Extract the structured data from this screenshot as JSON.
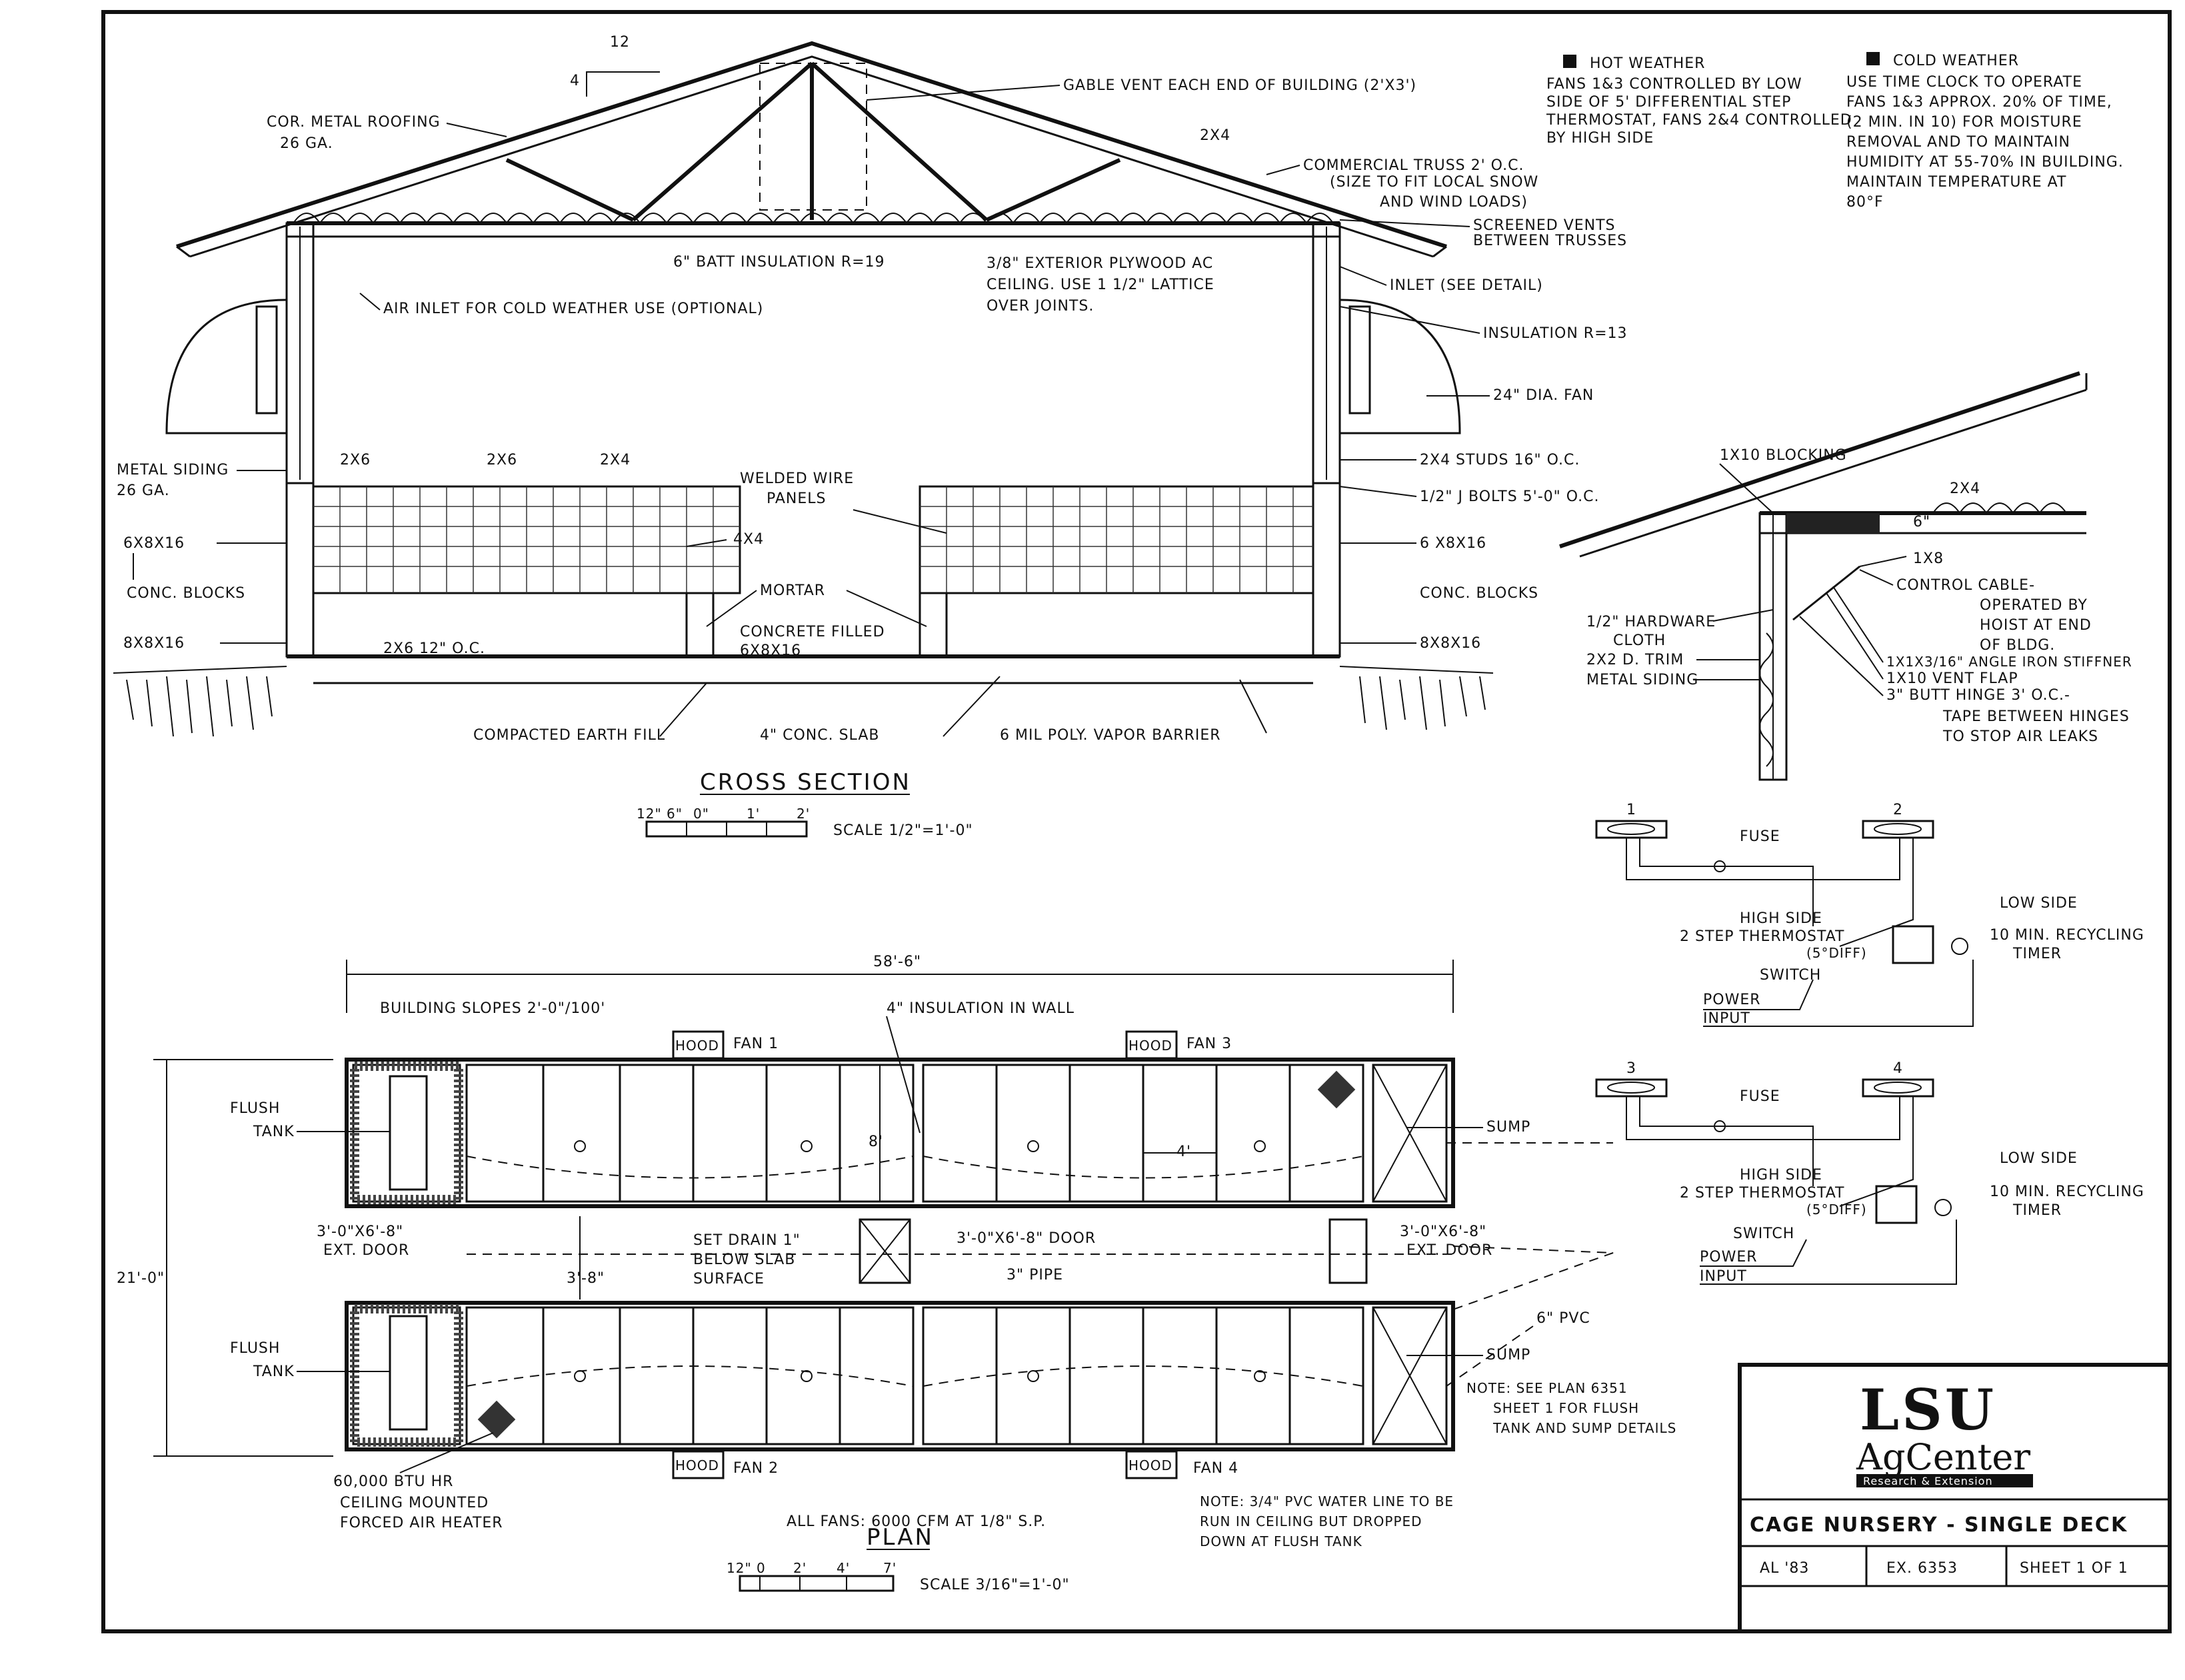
{
  "cross_section": {
    "title": "CROSS SECTION",
    "scale_text": "SCALE 1/2\"=1'-0\"",
    "scale_ticks": [
      "12\"",
      "6\"",
      "0\"",
      "1'",
      "2'"
    ],
    "pitch_run": "12",
    "pitch_rise": "4",
    "labels": {
      "roofing": "COR. METAL ROOFING",
      "roofing_ga": "26 GA.",
      "gable_vent": "GABLE VENT EACH END OF BUILDING (2'X3')",
      "rafter": "2X4",
      "truss": "COMMERCIAL TRUSS 2' O.C.",
      "truss_note": "(SIZE TO FIT LOCAL SNOW",
      "truss_note2": "AND WIND LOADS)",
      "screened_vents": "SCREENED VENTS",
      "between_trusses": "BETWEEN TRUSSES",
      "batt": "6\" BATT INSULATION R=19",
      "plywood": "3/8\" EXTERIOR PLYWOOD AC",
      "plywood2": "CEILING. USE 1 1/2\" LATTICE",
      "plywood3": "OVER JOINTS.",
      "inlet_detail": "INLET (SEE DETAIL)",
      "air_inlet": "AIR INLET FOR COLD WEATHER USE (OPTIONAL)",
      "insulation_r13": "INSULATION R=13",
      "fan_24": "24\" DIA. FAN",
      "metal_siding": "METAL SIDING",
      "metal_siding_ga": "26 GA.",
      "stud_l1": "2X6",
      "stud_l2": "2X6",
      "stud_l3": "2X4",
      "welded_wire": "WELDED WIRE",
      "panels": "PANELS",
      "post": "4X4",
      "studs_16": "2X4 STUDS 16\" O.C.",
      "j_bolts": "1/2\" J BOLTS 5'-0\" O.C.",
      "block_6": "6X8X16",
      "block_6r": "6 X8X16",
      "conc_blocks": "CONC. BLOCKS",
      "conc_blocks_r": "CONC. BLOCKS",
      "mortar": "MORTAR",
      "concrete_filled": "CONCRETE FILLED",
      "concrete_filled2": "6X8X16",
      "block_8": "8X8X16",
      "block_8r": "8X8X16",
      "joist": "2X6 12\" O.C.",
      "earth_fill": "COMPACTED EARTH FILL",
      "slab": "4\" CONC. SLAB",
      "vapor": "6 MIL POLY. VAPOR BARRIER"
    }
  },
  "weather": {
    "hot_title": "HOT WEATHER",
    "hot_lines": [
      "FANS 1&3 CONTROLLED BY LOW",
      "SIDE OF 5' DIFFERENTIAL STEP",
      "THERMOSTAT, FANS 2&4 CONTROLLED",
      "BY HIGH SIDE"
    ],
    "cold_title": "COLD WEATHER",
    "cold_lines": [
      "USE TIME CLOCK TO OPERATE",
      "FANS 1&3 APPROX. 20% OF TIME,",
      "(2 MIN. IN 10) FOR MOISTURE",
      "REMOVAL AND TO MAINTAIN",
      "HUMIDITY AT 55-70% IN BUILDING.",
      "MAINTAIN TEMPERATURE AT",
      "80°F"
    ]
  },
  "inlet_detail": {
    "blocking": "1X10 BLOCKING",
    "rafter": "2X4",
    "gap": "6\"",
    "board": "1X8",
    "control_cable": "CONTROL CABLE-",
    "control_cable2": "OPERATED BY",
    "control_cable3": "HOIST AT END",
    "control_cable4": "OF BLDG.",
    "hardware": "1/2\" HARDWARE",
    "cloth": "CLOTH",
    "trim": "2X2 D. TRIM",
    "siding": "METAL SIDING",
    "angle": "1X1X3/16\" ANGLE IRON STIFFNER",
    "flap": "1X10 VENT FLAP",
    "hinge": "3\" BUTT HINGE 3' O.C.-",
    "hinge2": "TAPE BETWEEN HINGES",
    "hinge3": "TO STOP AIR LEAKS"
  },
  "wiring": {
    "fan_a": "1",
    "fan_b": "2",
    "fan_c": "3",
    "fan_d": "4",
    "fuse": "FUSE",
    "high_side": "HIGH SIDE",
    "low_side": "LOW SIDE",
    "thermostat": "2 STEP THERMOSTAT",
    "thermostat_diff": "(5°DIFF)",
    "timer": "10 MIN. RECYCLING",
    "timer2": "TIMER",
    "switch": "SWITCH",
    "power": "POWER",
    "input": "INPUT"
  },
  "plan": {
    "title": "PLAN",
    "scale_text": "SCALE 3/16\"=1'-0\"",
    "scale_ticks": [
      "12\"",
      "0",
      "2'",
      "4'",
      "7'"
    ],
    "overall_length": "58'-6\"",
    "overall_width": "21'-0\"",
    "slope": "BUILDING SLOPES 2'-0\"/100'",
    "wall_insulation": "4\" INSULATION IN WALL",
    "hood": "HOOD",
    "fan1": "FAN 1",
    "fan2": "FAN 2",
    "fan3": "FAN 3",
    "fan4": "FAN 4",
    "flush_tank": "FLUSH",
    "flush_tank2": "TANK",
    "ext_door": "3'-0\"X6'-8\"",
    "ext_door2": "EXT. DOOR",
    "int_door": "3'-0\"X6'-8\" DOOR",
    "pen_width": "8'",
    "pen_bay": "4'",
    "aisle": "3'-8\"",
    "drain": "SET DRAIN 1\"",
    "drain2": "BELOW SLAB",
    "drain3": "SURFACE",
    "pipe": "3\" PIPE",
    "sump": "SUMP",
    "pvc": "6\" PVC",
    "heater": "60,000 BTU HR",
    "heater2": "CEILING MOUNTED",
    "heater3": "FORCED AIR HEATER",
    "fans_cfm": "ALL FANS: 6000 CFM AT 1/8\" S.P.",
    "note_pvc": "NOTE: 3/4\" PVC WATER LINE TO BE",
    "note_pvc2": "RUN IN CEILING BUT DROPPED",
    "note_pvc3": "DOWN AT FLUSH TANK",
    "note_plan": "NOTE: SEE PLAN 6351",
    "note_plan2": "SHEET 1 FOR FLUSH",
    "note_plan3": "TANK AND SUMP DETAILS"
  },
  "title_block": {
    "logo_main": "LSU",
    "logo_sub": "AgCenter",
    "logo_tag": "Research & Extension",
    "drawing_title": "CAGE NURSERY - SINGLE DECK",
    "code": "AL '83",
    "ex_no": "EX. 6353",
    "sheet": "SHEET 1 OF 1"
  }
}
